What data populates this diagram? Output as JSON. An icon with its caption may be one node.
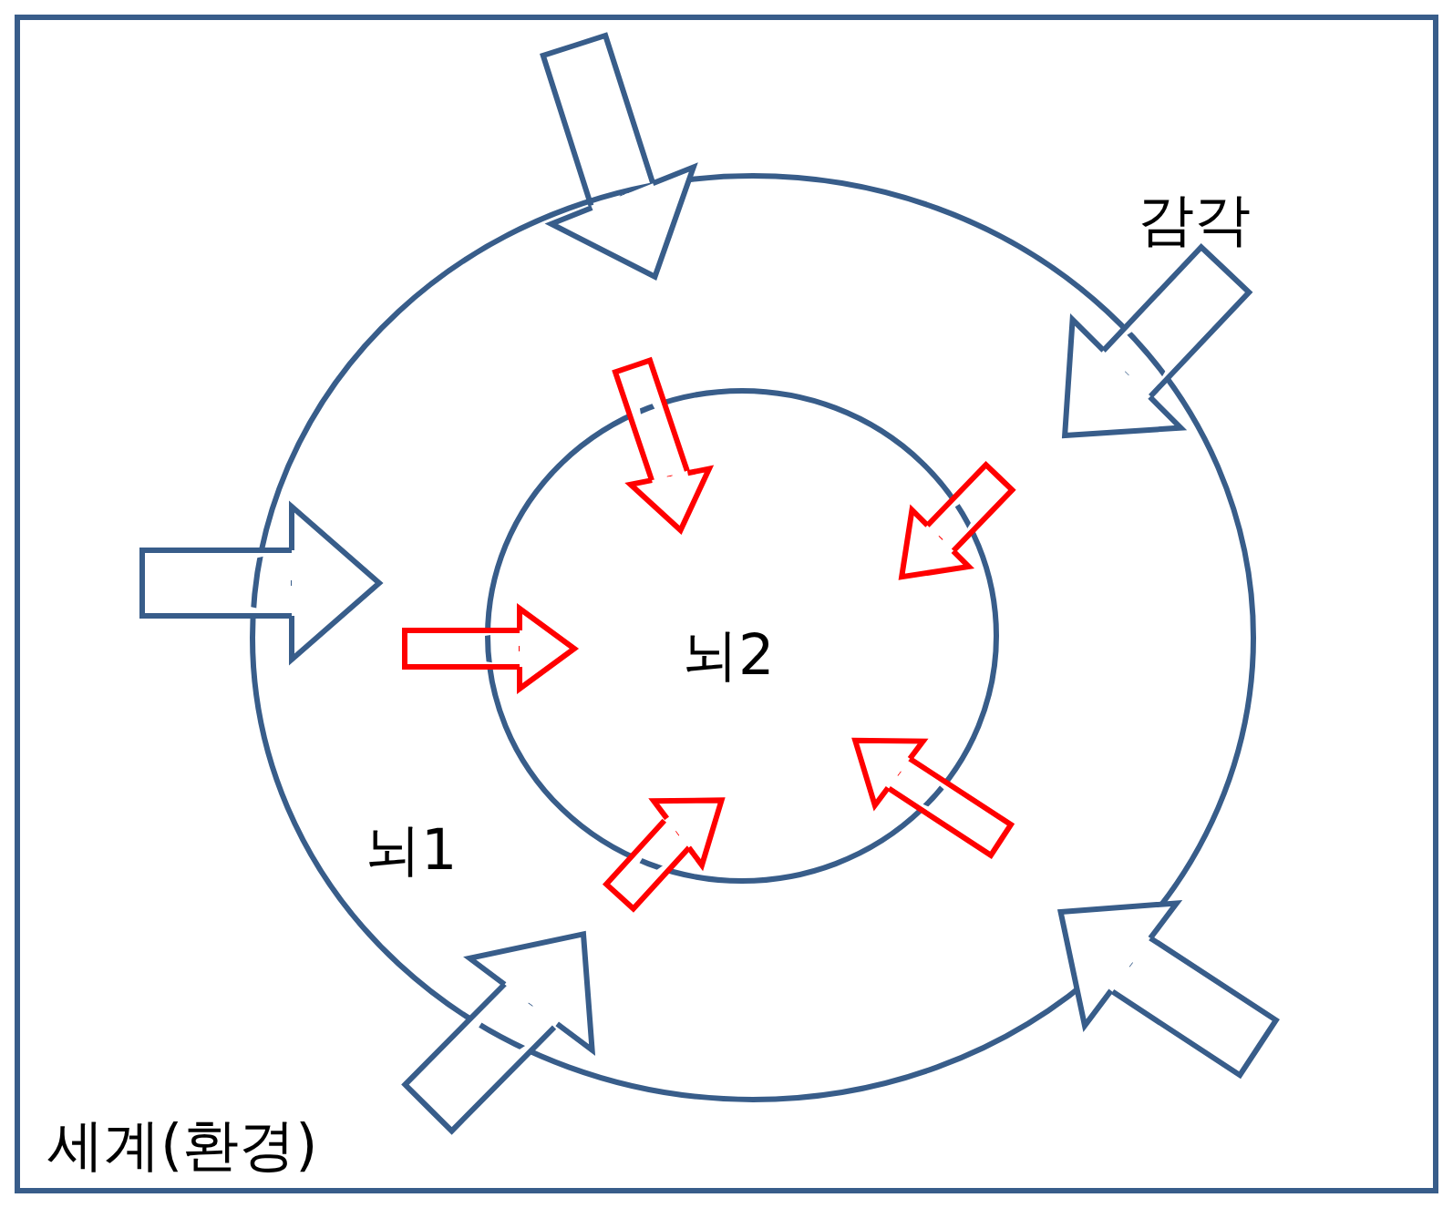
{
  "diagram": {
    "nodes": [
      {
        "text": [
          "세계(환경)"
        ]
      },
      {
        "text": [
          "뇌1"
        ],
        "in": 0
      },
      {
        "text": [
          "뇌2"
        ],
        "in": 1
      }
    ],
    "edges": [
      {
        "from": null,
        "to": 1,
        "arrow": "to"
      },
      {
        "from": null,
        "to": 1,
        "arrow": "to"
      },
      {
        "from": null,
        "to": 1,
        "arrow": "to"
      },
      {
        "from": null,
        "to": 1,
        "arrow": "to"
      },
      {
        "from": null,
        "to": 1,
        "arrow": "to"
      },
      {
        "from": null,
        "to": 2,
        "arrow": "to",
        "color": "#ff0000"
      },
      {
        "from": null,
        "to": 2,
        "arrow": "to",
        "color": "#ff0000"
      },
      {
        "from": null,
        "to": 2,
        "arrow": "to",
        "color": "#ff0000"
      },
      {
        "from": null,
        "to": 2,
        "arrow": "to",
        "color": "#ff0000"
      },
      {
        "from": null,
        "to": 2,
        "arrow": "to",
        "color": "#ff0000"
      }
    ],
    "labels": [
      "감각"
    ]
  }
}
